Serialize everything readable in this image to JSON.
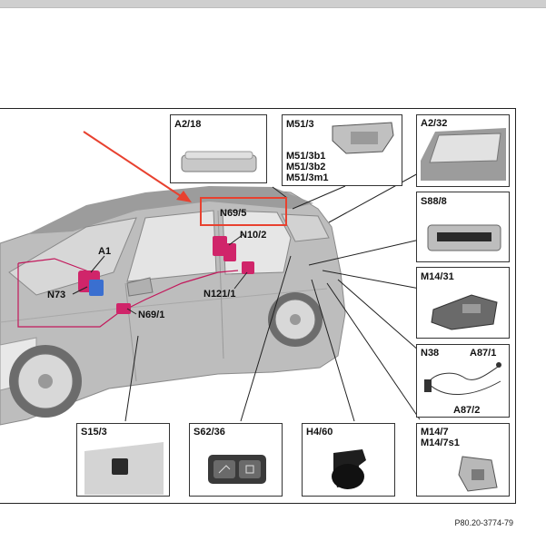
{
  "diagram": {
    "reference": "P80.20-3774-79",
    "boxes": {
      "a2_18": "A2/18",
      "m51_3": "M51/3",
      "m51_3b1": "M51/3b1",
      "m51_3b2": "M51/3b2",
      "m51_3m1": "M51/3m1",
      "a2_32": "A2/32",
      "s88_8": "S88/8",
      "m14_31": "M14/31",
      "n38": "N38",
      "a87_1": "A87/1",
      "a87_2": "A87/2",
      "m14_7": "M14/7",
      "m14_7s1": "M14/7s1",
      "h4_60": "H4/60",
      "s62_36": "S62/36",
      "s15_3": "S15/3"
    },
    "callouts": {
      "a1": "A1",
      "n73": "N73",
      "n69_5": "N69/5",
      "n10_2": "N10/2",
      "n121_1": "N121/1",
      "n69_1": "N69/1"
    },
    "colors": {
      "highlight": "#e8412f",
      "arrow": "#e8412f",
      "module": "#d0256a",
      "blue_part": "#3a6fd0"
    }
  }
}
